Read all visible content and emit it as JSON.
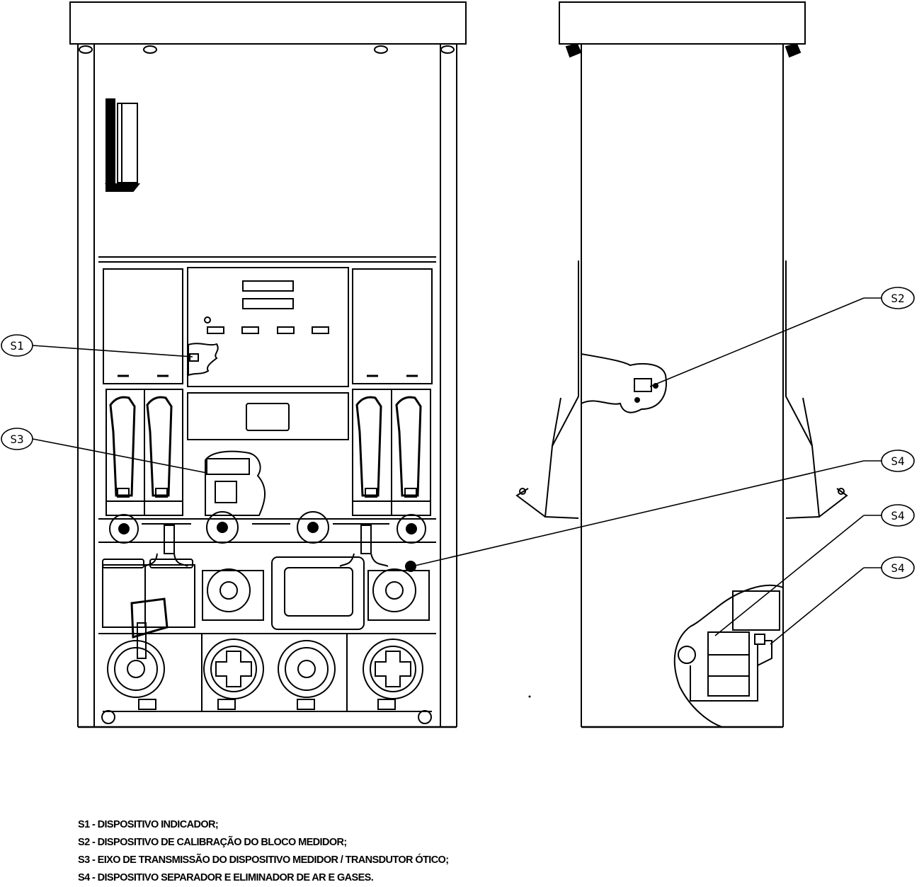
{
  "callouts": {
    "s1": "S1",
    "s2": "S2",
    "s3": "S3",
    "s4": "S4"
  },
  "legend": [
    "S1 - DISPOSITIVO INDICADOR;",
    "S2 - DISPOSITIVO DE CALIBRAÇÃO DO BLOCO MEDIDOR;",
    "S3 - EIXO DE TRANSMISSÃO DO DISPOSITIVO MEDIDOR / TRANSDUTOR ÓTICO;",
    "S4 - DISPOSITIVO SEPARADOR E ELIMINADOR DE AR E GASES."
  ]
}
